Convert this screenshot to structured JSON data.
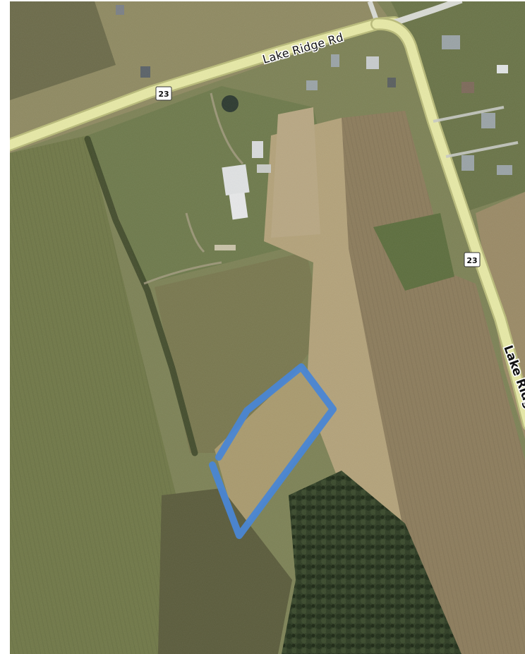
{
  "map": {
    "type": "satellite",
    "roads": [
      {
        "name": "Lake Ridge Rd",
        "route_number": "23"
      },
      {
        "name": "Lake Ridg",
        "route_number": "23"
      }
    ],
    "colors": {
      "road_fill": "#e6e8a6",
      "road_edge": "#c9cb82",
      "boundary": "#4a86d4",
      "field_green": "#6f7a4a",
      "field_tan": "#a89a72",
      "forest": "#2c3a22"
    },
    "overlay": {
      "type": "property-boundary",
      "shape": "polygon"
    }
  }
}
